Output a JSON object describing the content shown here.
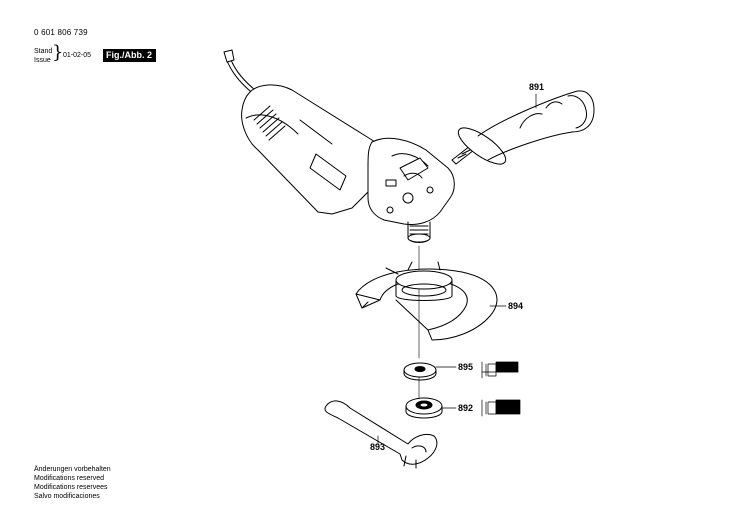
{
  "header": {
    "part_number": "0 601 806 739",
    "stand_label": "Stand",
    "issue_label": "Issue",
    "date": "01-02-05",
    "figure_label": "Fig./Abb. 2"
  },
  "callouts": {
    "handle": "891",
    "guard": "894",
    "inner_flange": "895",
    "clamping_nut": "892",
    "spanner": "893"
  },
  "footer": {
    "lines": [
      "Änderungen vorbehalten",
      "Modifications reserved",
      "Modifications reservees",
      "Salvo modificaciones"
    ]
  }
}
